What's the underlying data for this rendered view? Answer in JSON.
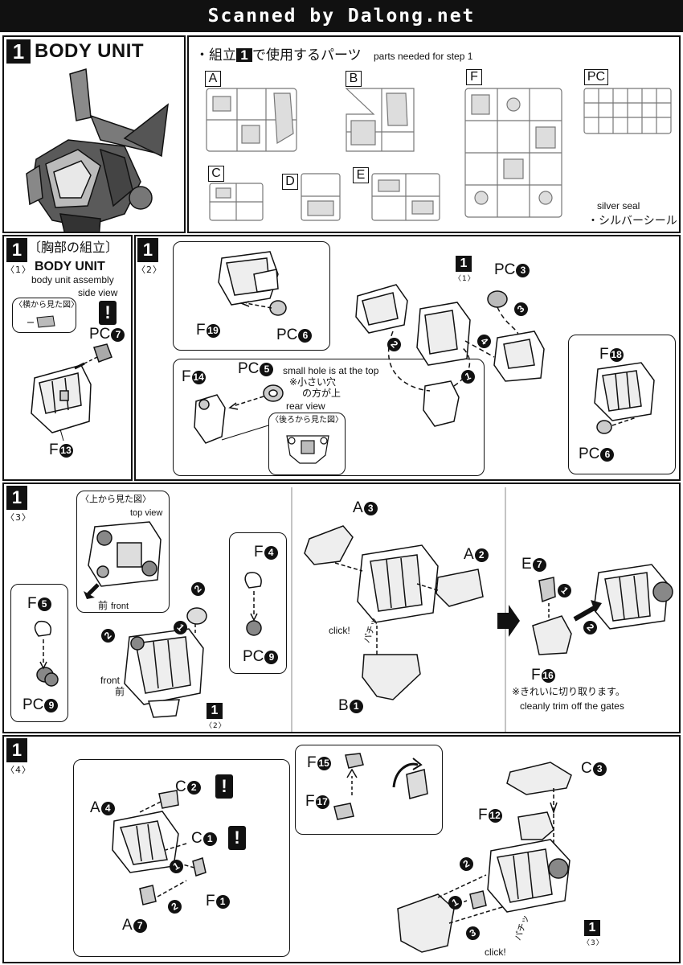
{
  "header": {
    "scan_credit": "Scanned by Dalong.net"
  },
  "title_panel": {
    "step_number": "1",
    "title": "BODY UNIT"
  },
  "parts_panel": {
    "heading_prefix": "・組立",
    "heading_step": "1",
    "heading_suffix": "で使用するパーツ",
    "heading_en": "parts needed for step 1",
    "runners": [
      "A",
      "B",
      "C",
      "D",
      "E",
      "F",
      "PC"
    ],
    "seal_en": "silver seal",
    "seal_jp": "・シルバーシール"
  },
  "step1": {
    "number": "1",
    "sub": "〈1〉",
    "title_jp": "〔胸部の組立〕",
    "title_en": "BODY UNIT",
    "assembly_en": "body unit assembly",
    "side_view_en": "side view",
    "side_view_jp": "〈横から見た図〉",
    "warn": "!",
    "part_pc": "PC",
    "part_pc_num": "7",
    "part_f": "F",
    "part_f_num": "13"
  },
  "step2": {
    "number": "1",
    "sub": "〈2〉",
    "ref_number": "1",
    "ref_sub": "〈1〉",
    "labels": {
      "f19": {
        "letter": "F",
        "num": "19"
      },
      "pc6a": {
        "letter": "PC",
        "num": "6"
      },
      "pc3": {
        "letter": "PC",
        "num": "3"
      },
      "f18": {
        "letter": "F",
        "num": "18"
      },
      "pc6b": {
        "letter": "PC",
        "num": "6"
      },
      "f14": {
        "letter": "F",
        "num": "14"
      },
      "pc5": {
        "letter": "PC",
        "num": "5"
      }
    },
    "small_hole_en": "small hole is at the top",
    "small_hole_jp1": "※小さい穴",
    "small_hole_jp2": "の方が上",
    "rear_view_en": "rear view",
    "rear_view_jp": "〈後ろから見た図〉",
    "seq": [
      "1",
      "2",
      "3",
      "4"
    ]
  },
  "step3": {
    "number": "1",
    "sub": "〈3〉",
    "top_view_jp": "〈上から見た図〉",
    "top_view_en": "top view",
    "front_jp": "前",
    "front_en": "front",
    "front2_en": "front",
    "front2_jp": "前",
    "ref_number": "1",
    "ref_sub": "〈2〉",
    "labels": {
      "f5": {
        "letter": "F",
        "num": "5"
      },
      "pc9a": {
        "letter": "PC",
        "num": "9"
      },
      "f4": {
        "letter": "F",
        "num": "4"
      },
      "pc9b": {
        "letter": "PC",
        "num": "9"
      },
      "a3": {
        "letter": "A",
        "num": "3"
      },
      "a2": {
        "letter": "A",
        "num": "2"
      },
      "b1": {
        "letter": "B",
        "num": "1"
      },
      "e7": {
        "letter": "E",
        "num": "7"
      },
      "f16": {
        "letter": "F",
        "num": "16"
      }
    },
    "click_en": "click!",
    "click_jp": "パチッ",
    "trim_jp": "※きれいに切り取ります。",
    "trim_en": "cleanly trim off the gates",
    "seq": [
      "1",
      "2"
    ]
  },
  "step4": {
    "number": "1",
    "sub": "〈4〉",
    "labels": {
      "a4": {
        "letter": "A",
        "num": "4"
      },
      "c2": {
        "letter": "C",
        "num": "2"
      },
      "c1": {
        "letter": "C",
        "num": "1"
      },
      "f1": {
        "letter": "F",
        "num": "1"
      },
      "a7": {
        "letter": "A",
        "num": "7"
      },
      "f15": {
        "letter": "F",
        "num": "15"
      },
      "f17": {
        "letter": "F",
        "num": "17"
      },
      "c3": {
        "letter": "C",
        "num": "3"
      },
      "f12": {
        "letter": "F",
        "num": "12"
      }
    },
    "warn": "!",
    "click_en": "click!",
    "click_jp": "パチッ",
    "ref_number": "1",
    "ref_sub": "〈3〉",
    "seq": [
      "1",
      "2",
      "3"
    ]
  }
}
